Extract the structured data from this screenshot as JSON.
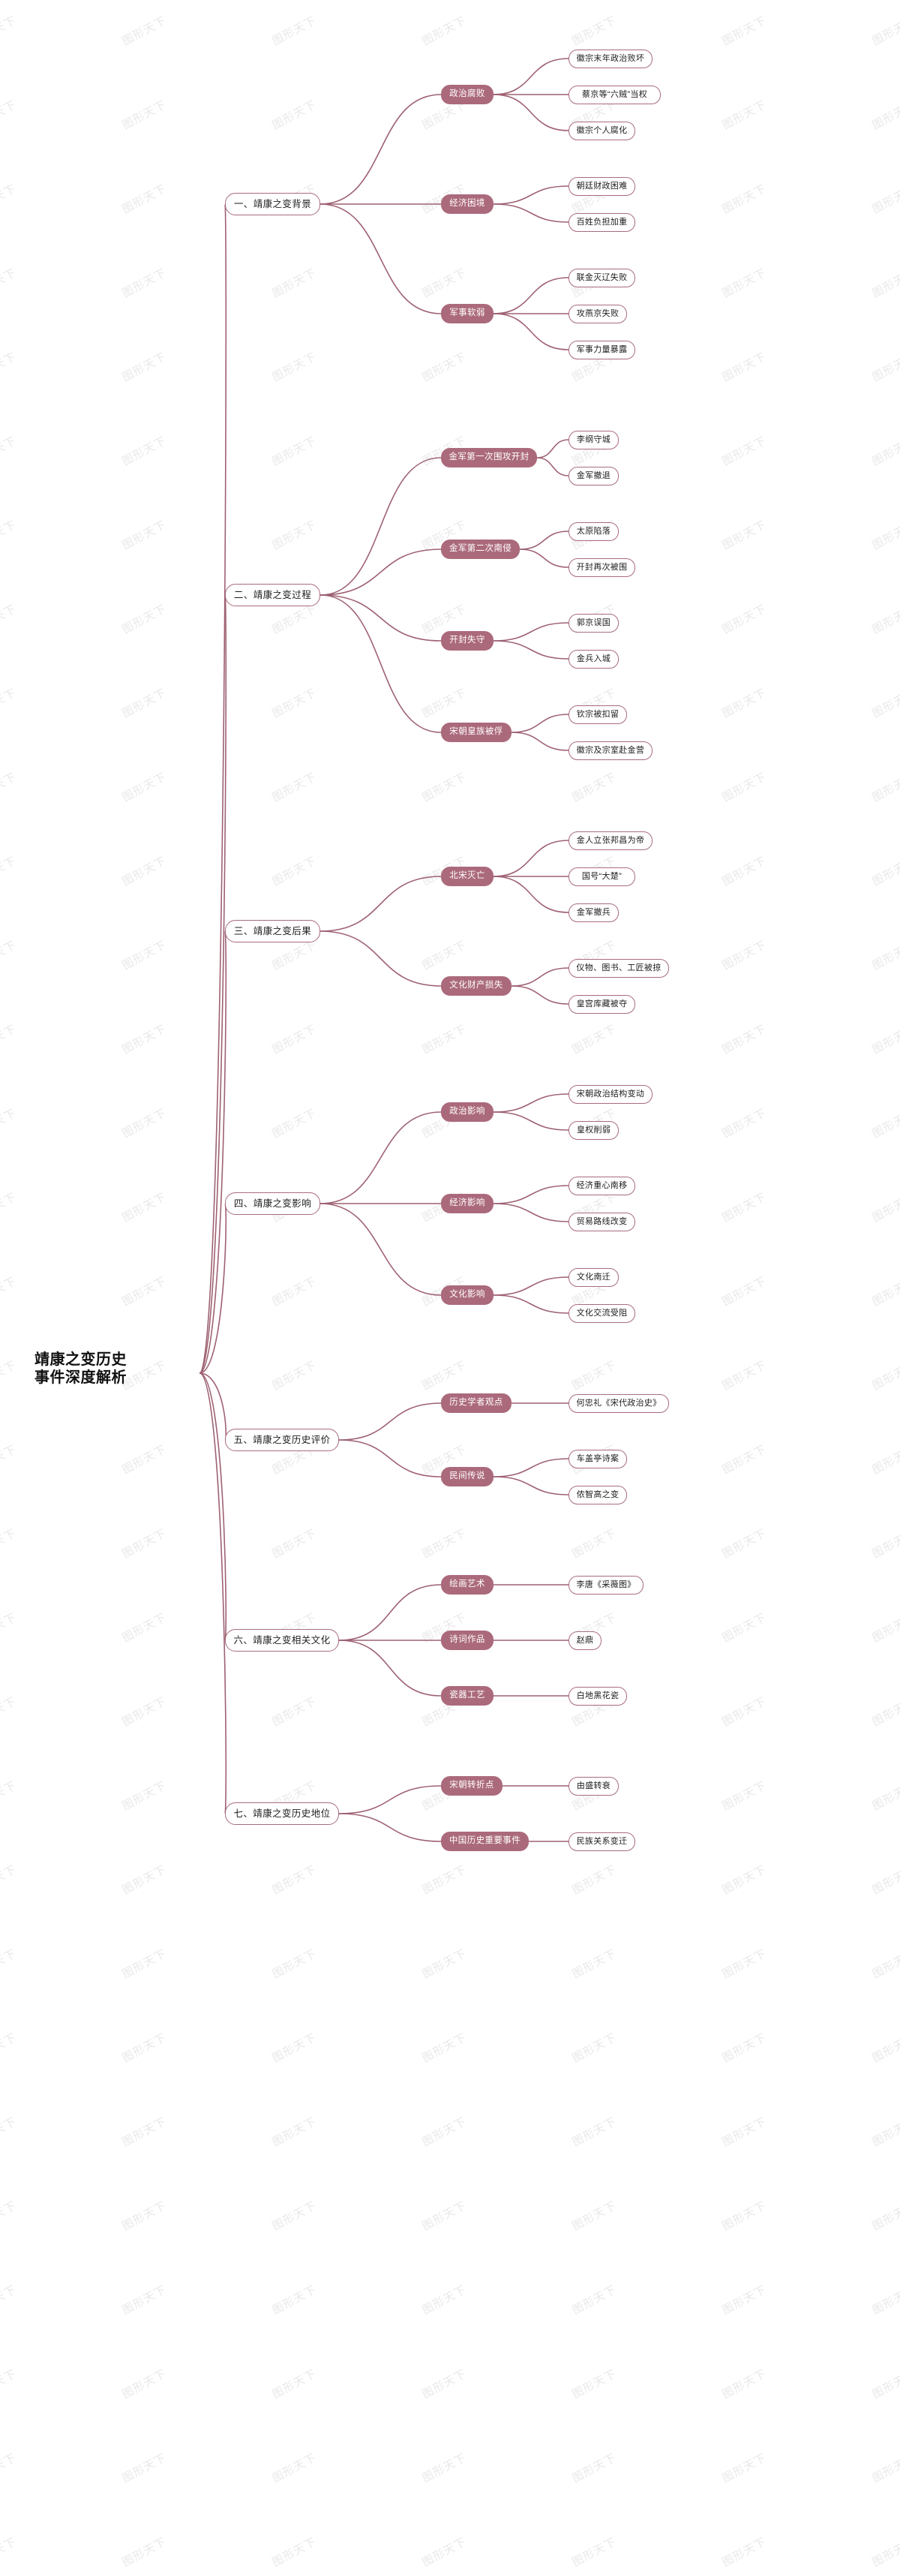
{
  "meta": {
    "watermark_text": "图形天下",
    "colors": {
      "accent": "#ab6a7c",
      "branch_line": "#9e6172",
      "node_border": "#a86c7d",
      "root_text": "#111111",
      "page_background": "#ffffff",
      "lv2_text": "#ffffff"
    }
  },
  "root": {
    "line1": "靖康之变历史",
    "line2": "事件深度解析"
  },
  "branches": [
    {
      "label": "一、靖康之变背景",
      "children": [
        {
          "label": "政治腐败",
          "children": [
            {
              "label": "徽宗末年政治败坏"
            },
            {
              "label": "蔡京等“六贼”当权"
            },
            {
              "label": "徽宗个人腐化"
            }
          ]
        },
        {
          "label": "经济困境",
          "children": [
            {
              "label": "朝廷财政困难"
            },
            {
              "label": "百姓负担加重"
            }
          ]
        },
        {
          "label": "军事软弱",
          "children": [
            {
              "label": "联金灭辽失败"
            },
            {
              "label": "攻燕京失败"
            },
            {
              "label": "军事力量暴露"
            }
          ]
        }
      ]
    },
    {
      "label": "二、靖康之变过程",
      "children": [
        {
          "label": "金军第一次围攻开封",
          "children": [
            {
              "label": "李纲守城"
            },
            {
              "label": "金军撤退"
            }
          ]
        },
        {
          "label": "金军第二次南侵",
          "children": [
            {
              "label": "太原陷落"
            },
            {
              "label": "开封再次被围"
            }
          ]
        },
        {
          "label": "开封失守",
          "children": [
            {
              "label": "郭京误国"
            },
            {
              "label": "金兵入城"
            }
          ]
        },
        {
          "label": "宋朝皇族被俘",
          "children": [
            {
              "label": "钦宗被扣留"
            },
            {
              "label": "徽宗及宗室赴金营"
            }
          ]
        }
      ]
    },
    {
      "label": "三、靖康之变后果",
      "children": [
        {
          "label": "北宋灭亡",
          "children": [
            {
              "label": "金人立张邦昌为帝"
            },
            {
              "label": "国号“大楚”"
            },
            {
              "label": "金军撤兵"
            }
          ]
        },
        {
          "label": "文化财产损失",
          "children": [
            {
              "label": "仪物、图书、工匠被掠"
            },
            {
              "label": "皇宫库藏被夺"
            }
          ]
        }
      ]
    },
    {
      "label": "四、靖康之变影响",
      "children": [
        {
          "label": "政治影响",
          "children": [
            {
              "label": "宋朝政治结构变动"
            },
            {
              "label": "皇权削弱"
            }
          ]
        },
        {
          "label": "经济影响",
          "children": [
            {
              "label": "经济重心南移"
            },
            {
              "label": "贸易路线改变"
            }
          ]
        },
        {
          "label": "文化影响",
          "children": [
            {
              "label": "文化南迁"
            },
            {
              "label": "文化交流受阻"
            }
          ]
        }
      ]
    },
    {
      "label": "五、靖康之变历史评价",
      "children": [
        {
          "label": "历史学者观点",
          "children": [
            {
              "label": "何忠礼《宋代政治史》"
            }
          ]
        },
        {
          "label": "民间传说",
          "children": [
            {
              "label": "车盖亭诗案"
            },
            {
              "label": "侬智高之变"
            }
          ]
        }
      ]
    },
    {
      "label": "六、靖康之变相关文化",
      "children": [
        {
          "label": "绘画艺术",
          "children": [
            {
              "label": "李唐《采薇图》"
            }
          ]
        },
        {
          "label": "诗词作品",
          "children": [
            {
              "label": "赵鼎"
            }
          ]
        },
        {
          "label": "瓷器工艺",
          "children": [
            {
              "label": "白地黑花瓷"
            }
          ]
        }
      ]
    },
    {
      "label": "七、靖康之变历史地位",
      "children": [
        {
          "label": "宋朝转折点",
          "children": [
            {
              "label": "由盛转衰"
            }
          ]
        },
        {
          "label": "中国历史重要事件",
          "children": [
            {
              "label": "民族关系变迁"
            }
          ]
        }
      ]
    }
  ]
}
